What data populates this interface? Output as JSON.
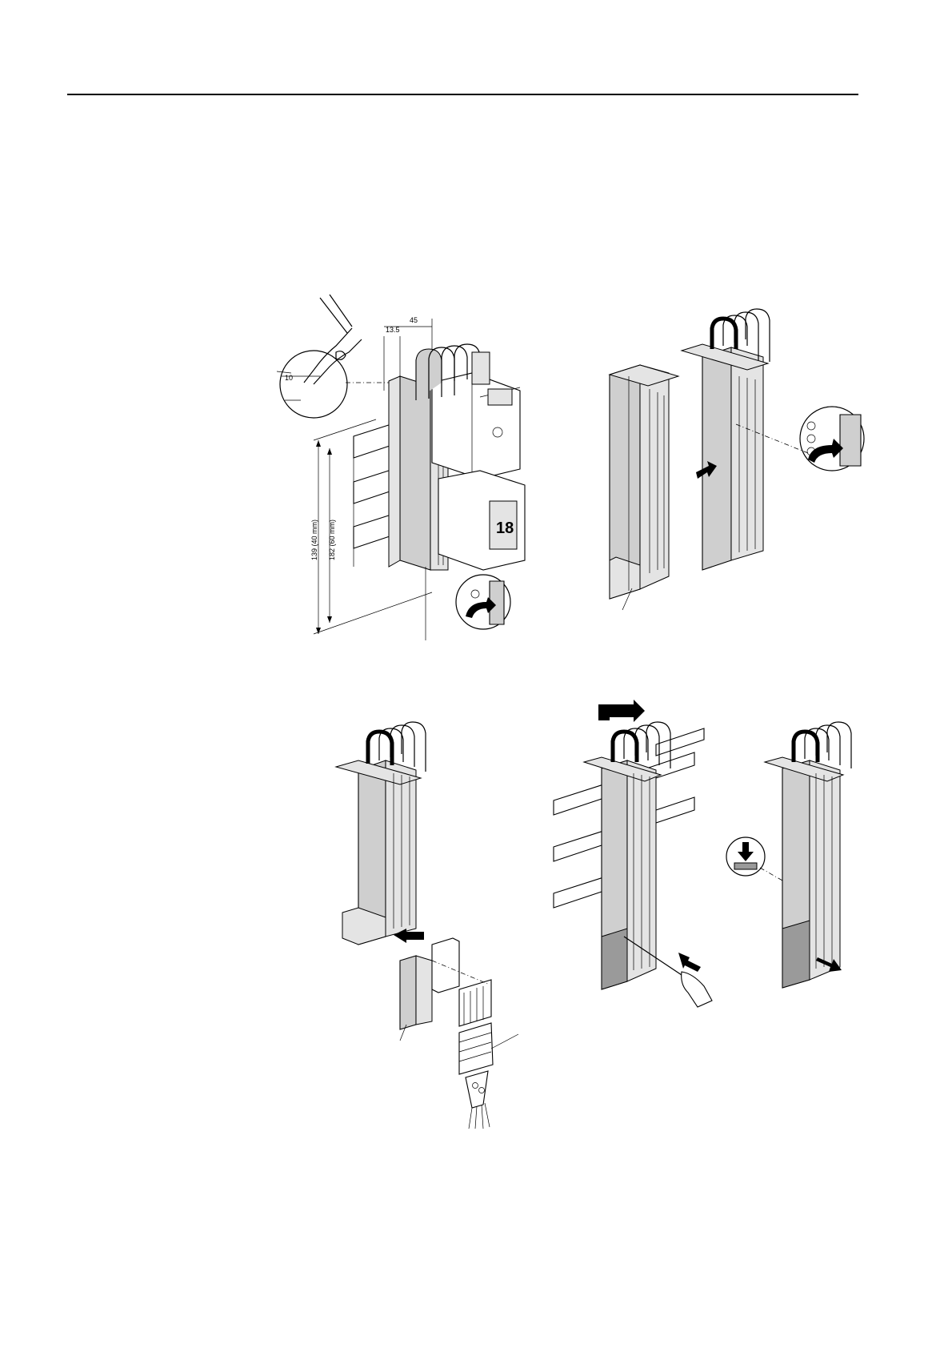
{
  "figure": {
    "dimensions": {
      "width_a": "13.5",
      "width_b": "45",
      "strip": "10",
      "height_a": "139 (40 mm)",
      "height_b": "182 (60 mm)"
    },
    "colors": {
      "line": "#000000",
      "part_fill": "#cfcfcf",
      "part_light": "#e4e4e4",
      "part_dark": "#9a9a9a",
      "background": "#ffffff"
    }
  }
}
